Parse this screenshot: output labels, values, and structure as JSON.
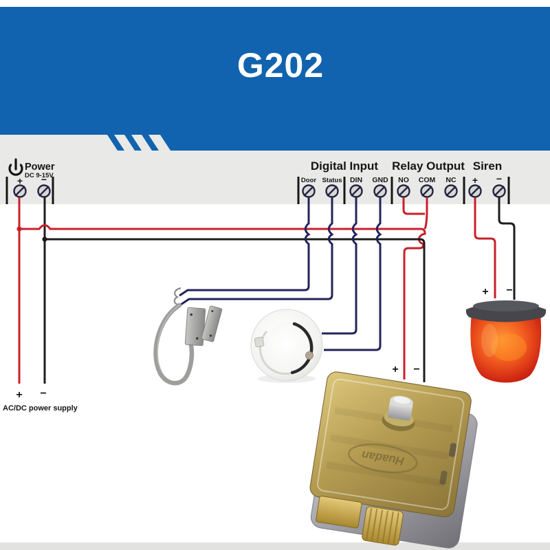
{
  "title": "G202",
  "panel": {
    "power": {
      "icon": "power-icon",
      "label": "Power",
      "voltage": "DC 9-15V",
      "terminals": [
        "+",
        "−"
      ]
    },
    "groups": [
      {
        "label": "Digital Input",
        "terminals": [
          "Door",
          "Status",
          "DIN",
          "GND"
        ]
      },
      {
        "label": "Relay Output",
        "terminals": [
          "NO",
          "COM",
          "NC"
        ]
      },
      {
        "label": "Siren",
        "terminals": [
          "+",
          "−"
        ]
      }
    ]
  },
  "wiring": {
    "lock_plus": "+",
    "lock_minus": "−",
    "siren_plus": "+",
    "siren_minus": "−",
    "supply_plus": "+",
    "supply_minus": "−",
    "supply_label": "AC/DC power supply"
  },
  "components": {
    "electric_lock": {
      "logo": "Huadan"
    },
    "door_sensor": "magnetic-door-contact",
    "push_button": "wired-push-button",
    "siren": "strobe-siren"
  },
  "colors": {
    "banner_blue": "#1163af",
    "panel_gray": "#e9e9e7",
    "wire_red": "#c8202a",
    "wire_black": "#1c1c1c",
    "wire_navy": "#23235a"
  }
}
